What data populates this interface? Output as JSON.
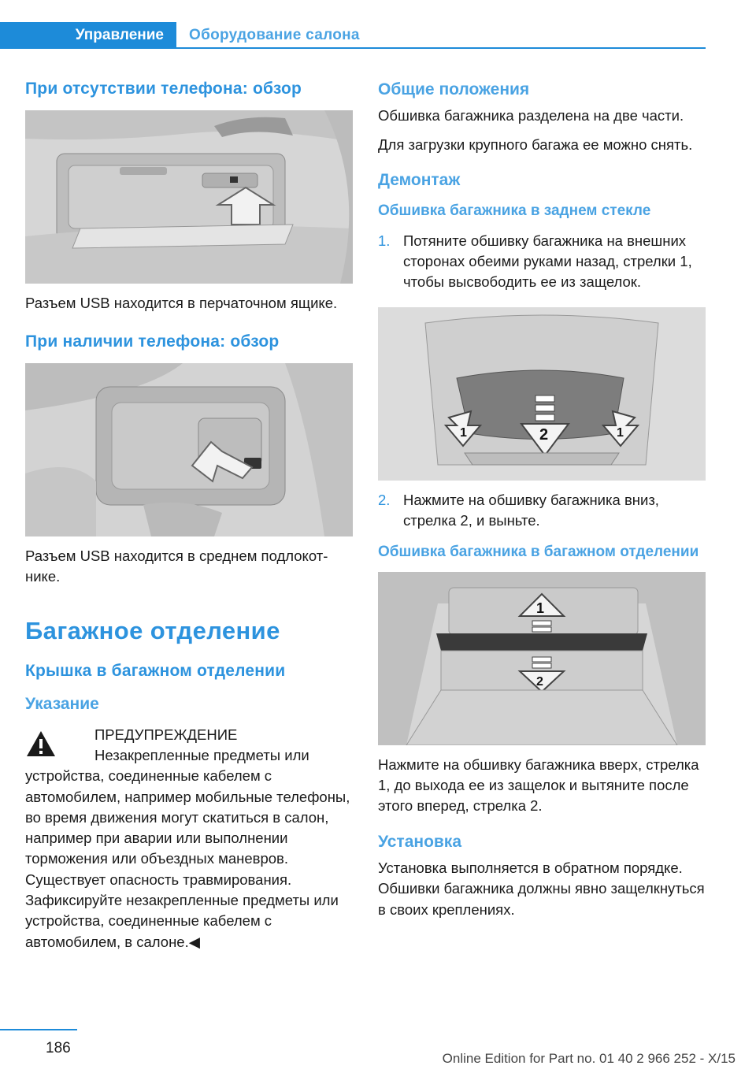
{
  "header": {
    "tab_active": "Управление",
    "tab_inactive": "Оборудование салона"
  },
  "left": {
    "heading_no_phone": "При отсутствии телефона: обзор",
    "caption_no_phone": "Разъем USB находится в перчаточном ящике.",
    "heading_with_phone": "При наличии телефона: обзор",
    "caption_with_phone": "Разъем USB находится в среднем подлокот­нике.",
    "section_title": "Багажное отделение",
    "subsection_title": "Крышка в багажном отделении",
    "note_title": "Указание",
    "warning_label": "ПРЕДУПРЕЖДЕНИЕ",
    "warning_text": "Незакрепленные предметы или устрой­ства, соединенные кабелем с автомобилем, например мобильные телефоны, во время движения могут скатиться в салон, например при аварии или выполнении торможения или объездных маневров. Существует опасность травмирования. Зафиксируйте незакреплен­ные предметы или устройства, соединенные кабелем с автомобилем, в салоне.◀"
  },
  "right": {
    "general_title": "Общие положения",
    "general_p1": "Обшивка багажника разделена на две части.",
    "general_p2": "Для загрузки крупного багажа ее можно снять.",
    "removal_title": "Демонтаж",
    "rear_window_title": "Обшивка багажника в заднем стекле",
    "step1_num": "1.",
    "step1_text": "Потяните обшивку багажника на внешних сторонах обеими руками назад, стрелки 1, чтобы высвободить ее из за­щелок.",
    "step2_num": "2.",
    "step2_text": "Нажмите на обшивку багажника вниз, стрелка 2, и выньте.",
    "compartment_title": "Обшивка багажника в багажном отделении",
    "compartment_text": "Нажмите на обшивку багажника вверх, стрелка 1, до выхода ее из защелок и вытя­ните после этого вперед, стрелка 2.",
    "install_title": "Установка",
    "install_text": "Установка выполняется в обратном порядке. Обшивки багажника должны явно защел­кнуться в своих креплениях.",
    "img_label_1": "1",
    "img_label_2": "2"
  },
  "footer": {
    "page_number": "186",
    "edition": "Online Edition for Part no. 01 40 2 966 252 - X/15"
  },
  "colors": {
    "accent": "#1d8bd9",
    "heading": "#2d93de"
  }
}
